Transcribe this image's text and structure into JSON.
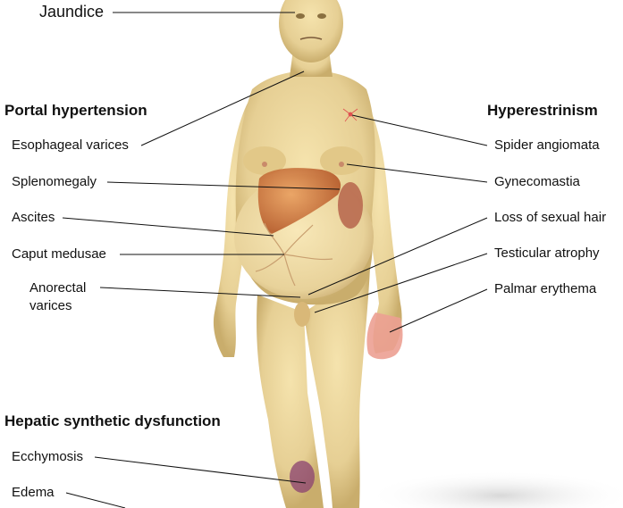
{
  "top": {
    "jaundice": "Jaundice"
  },
  "portal_hypertension": {
    "heading": "Portal hypertension",
    "items": [
      "Esophageal varices",
      "Splenomegaly",
      "Ascites",
      "Caput medusae"
    ],
    "anorectal_line1": "Anorectal",
    "anorectal_line2": "varices"
  },
  "hyperestrinism": {
    "heading": "Hyperestrinism",
    "items": [
      "Spider angiomata",
      "Gynecomastia",
      "Loss of sexual hair",
      "Testicular atrophy",
      "Palmar erythema"
    ]
  },
  "hepatic_synthetic_dysfunction": {
    "heading": "Hepatic synthetic dysfunction",
    "items": [
      "Ecchymosis",
      "Edema"
    ]
  },
  "colors": {
    "skin": "#e9d39a",
    "liver": "#d88a4a",
    "spleen": "#b46a4a",
    "erythema": "#e88a8a",
    "bruise": "#8a3a6a"
  }
}
